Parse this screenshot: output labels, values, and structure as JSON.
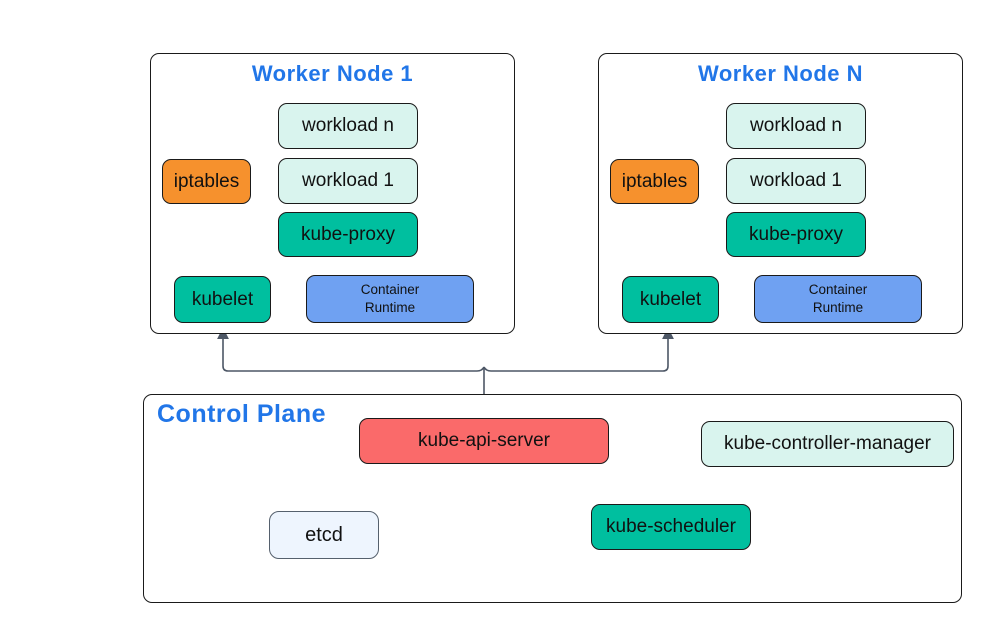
{
  "diagram": {
    "worker_nodes": [
      {
        "title": "Worker Node 1",
        "components": {
          "workload_n": "workload n",
          "workload_1": "workload 1",
          "kube_proxy": "kube-proxy",
          "iptables": "iptables",
          "kubelet": "kubelet",
          "container_runtime": "Container Runtime"
        }
      },
      {
        "title": "Worker Node N",
        "components": {
          "workload_n": "workload n",
          "workload_1": "workload 1",
          "kube_proxy": "kube-proxy",
          "iptables": "iptables",
          "kubelet": "kubelet",
          "container_runtime": "Container Runtime"
        }
      }
    ],
    "control_plane": {
      "title": "Control Plane",
      "components": {
        "kube_api_server": "kube-api-server",
        "kube_controller_manager": "kube-controller-manager",
        "kube_scheduler": "kube-scheduler",
        "etcd": "etcd"
      }
    },
    "icons": {
      "datastore": "database-cylinder-icon",
      "gear": "gear-icon"
    },
    "colors": {
      "teal": "#00bf9f",
      "mint": "#d9f4ee",
      "orange": "#f6912d",
      "blue": "#6fa1f2",
      "red": "#fa6a6a",
      "title_blue": "#2176e8",
      "connector": "#4d5766",
      "box_border": "#1a1a1a",
      "cylinder_fill": "#dae8fc",
      "cylinder_stroke": "#6c8ebf",
      "gear_fill": "#8ab9f4",
      "gear_stroke": "#3d7ac2",
      "etcd_fill": "#eef5fe",
      "background": "#ffffff"
    }
  }
}
